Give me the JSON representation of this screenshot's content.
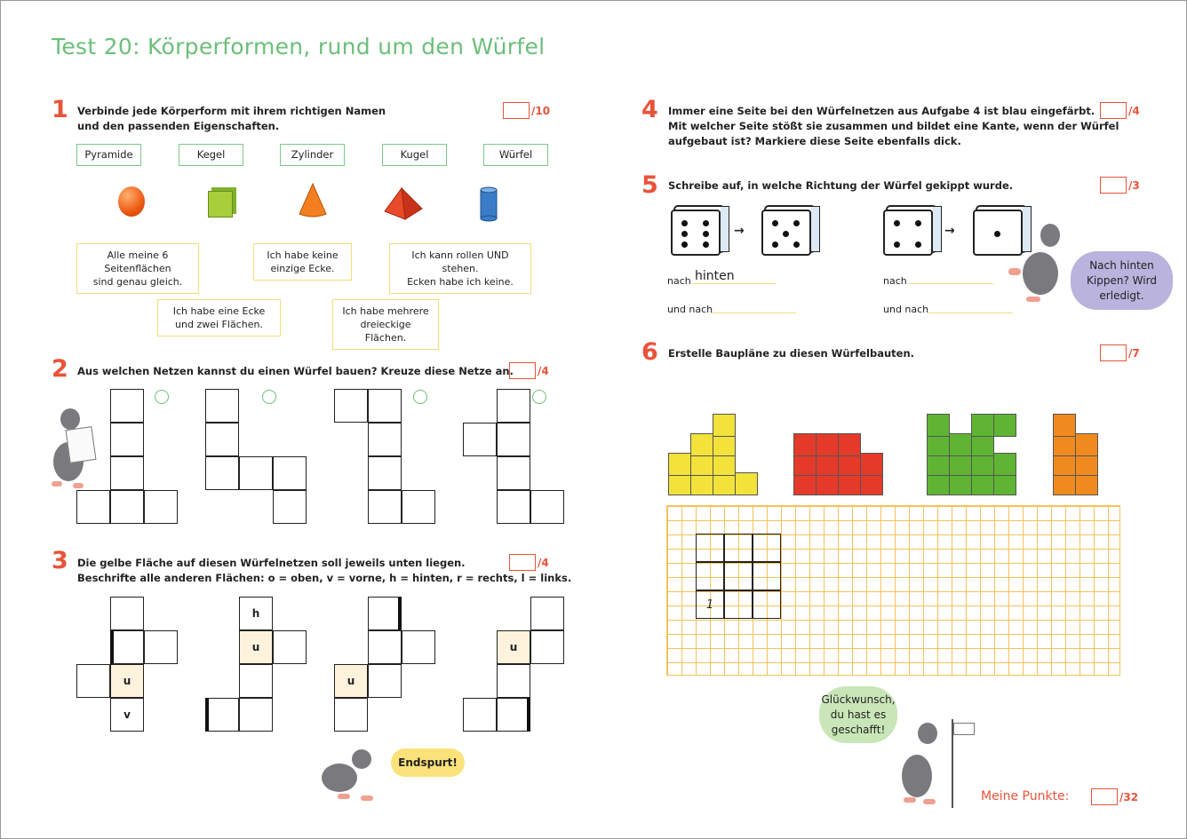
{
  "title": "Test 20:  Körperformen, rund um den Würfel",
  "tasks": {
    "t1": {
      "num": "1",
      "text1": "Verbinde jede Körperform mit ihrem richtigen Namen",
      "text2": "und den passenden Eigenschaften.",
      "score": "/10",
      "names": [
        "Pyramide",
        "Kegel",
        "Zylinder",
        "Kugel",
        "Würfel"
      ],
      "shapes": [
        "sphere",
        "cube",
        "cone",
        "pyramid",
        "cylinder"
      ],
      "props": [
        [
          "Alle meine 6 Seitenflächen",
          "sind genau gleich."
        ],
        [
          "Ich habe keine",
          "einzige Ecke."
        ],
        [
          "Ich kann rollen UND stehen.",
          "Ecken habe ich keine."
        ],
        [
          "Ich habe eine Ecke",
          "und zwei Flächen."
        ],
        [
          "Ich habe mehrere",
          "dreieckige Flächen."
        ]
      ]
    },
    "t2": {
      "num": "2",
      "text": "Aus welchen Netzen kannst du einen Würfel bauen? Kreuze diese Netze an.",
      "score": "/4"
    },
    "t3": {
      "num": "3",
      "text1": "Die gelbe Fläche auf diesen Würfelnetzen soll jeweils unten liegen.",
      "text2": "Beschrifte alle anderen Flächen: o = oben, v = vorne, h = hinten, r = rechts, l = links.",
      "score": "/4",
      "labels": {
        "u": "u",
        "v": "v",
        "h": "h"
      }
    },
    "t4": {
      "num": "4",
      "text1": "Immer eine Seite bei den Würfelnetzen aus Aufgabe 4 ist blau eingefärbt.",
      "text2": "Mit welcher Seite stößt sie zusammen und bildet eine Kante, wenn der Würfel",
      "text3": "aufgebaut ist? Markiere diese Seite ebenfalls dick.",
      "score": "/4"
    },
    "t5": {
      "num": "5",
      "text": "Schreibe auf, in welche Richtung der Würfel gekippt wurde.",
      "score": "/3",
      "nach": "nach",
      "und_nach": "und nach",
      "answer": "hinten",
      "arrow": "→"
    },
    "t6": {
      "num": "6",
      "text": "Erstelle Baupläne zu diesen Würfelbauten.",
      "score": "/7",
      "plan_value": "1",
      "build_colors": [
        "#f2e23a",
        "#e53a2a",
        "#5fb533",
        "#f08a1f"
      ]
    }
  },
  "bubbles": {
    "endspurt": "Endspurt!",
    "kippen": [
      "Nach hinten",
      "Kippen? Wird",
      "erledigt."
    ],
    "glueck": [
      "Glückwunsch,",
      "du hast es",
      "geschafft!"
    ]
  },
  "footer": {
    "label": "Meine Punkte:",
    "score": "/32"
  },
  "colors": {
    "accent": "#e8533a",
    "green": "#6cbf7a",
    "yellow": "#f5dc7a"
  }
}
